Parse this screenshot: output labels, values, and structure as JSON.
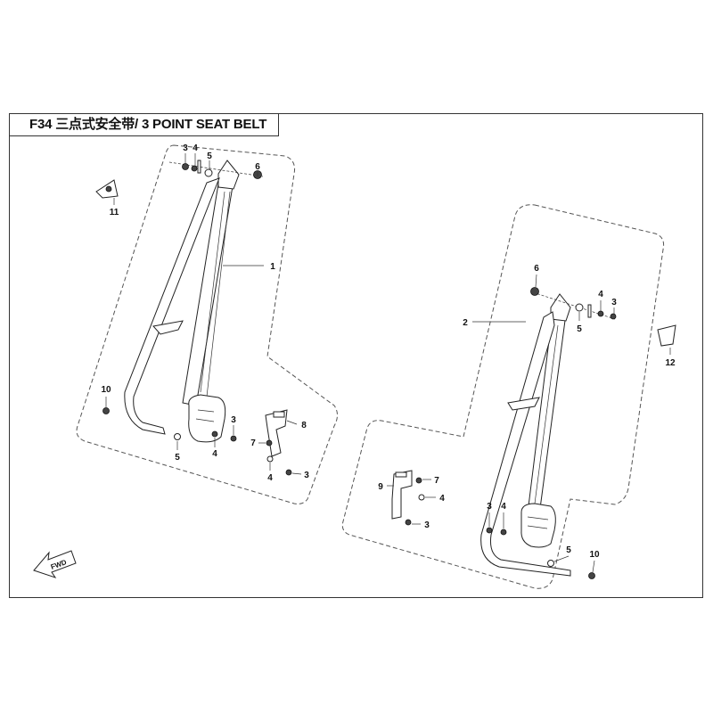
{
  "title": "F34 三点式安全带/ 3 POINT SEAT BELT",
  "fwd_label": "FWD",
  "callouts": {
    "left": [
      "3",
      "4",
      "5",
      "6",
      "11",
      "1",
      "10",
      "5",
      "4",
      "3",
      "7",
      "8",
      "4",
      "3"
    ],
    "right": [
      "6",
      "4",
      "3",
      "5",
      "2",
      "12",
      "9",
      "7",
      "4",
      "3",
      "3",
      "4",
      "5",
      "10"
    ]
  }
}
